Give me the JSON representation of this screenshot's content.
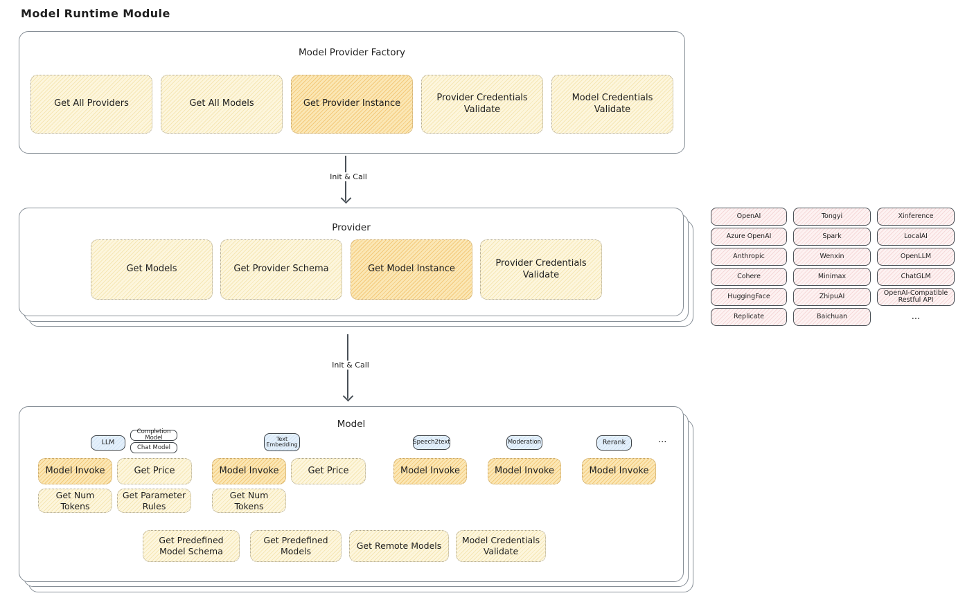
{
  "page": {
    "title": "Model Runtime Module"
  },
  "colors": {
    "method_cream": "#fdf6dd",
    "method_cream_line": "#f5e6b4",
    "method_highlight": "#fbe7b5",
    "method_highlight_line": "#f3c97a",
    "provider_pink": "#fdf2f2",
    "provider_pink_line": "#f5d8d8",
    "tag_blue": "#e4f0fb",
    "tag_blue_line": "#d2e4f5",
    "panel_stroke": "#868e96"
  },
  "arrows": {
    "factory_to_provider": "Init & Call",
    "provider_to_model": "Init & Call"
  },
  "factory": {
    "title": "Model Provider Factory",
    "methods": [
      "Get All Providers",
      "Get All Models",
      "Get Provider Instance",
      "Provider Credentials Validate",
      "Model Credentials Validate"
    ]
  },
  "provider": {
    "title": "Provider",
    "methods": [
      "Get Models",
      "Get Provider Schema",
      "Get Model Instance",
      "Provider Credentials Validate"
    ]
  },
  "provider_list": {
    "items": [
      "OpenAI",
      "Tongyi",
      "Xinference",
      "Azure OpenAI",
      "Spark",
      "LocalAI",
      "Anthropic",
      "Wenxin",
      "OpenLLM",
      "Cohere",
      "Minimax",
      "ChatGLM",
      "HuggingFace",
      "ZhipuAI",
      "OpenAI-Compatible Restful API",
      "Replicate",
      "Baichuan"
    ],
    "more": "..."
  },
  "model": {
    "title": "Model",
    "tags": {
      "llm": "LLM",
      "completion_model": "Completion Model",
      "chat_model": "Chat Model",
      "text_embedding": "Text Embedding",
      "speech2text": "Speech2text",
      "moderation": "Moderation",
      "rerank": "Rerank",
      "more": "..."
    },
    "groups": {
      "llm": {
        "model_invoke": "Model Invoke",
        "get_price": "Get Price",
        "get_num_tokens": "Get Num Tokens",
        "get_parameter_rules": "Get Parameter Rules"
      },
      "text_embedding": {
        "model_invoke": "Model Invoke",
        "get_price": "Get Price",
        "get_num_tokens": "Get Num Tokens"
      },
      "speech2text": {
        "model_invoke": "Model Invoke"
      },
      "moderation": {
        "model_invoke": "Model Invoke"
      },
      "rerank": {
        "model_invoke": "Model Invoke"
      }
    },
    "shared_methods": [
      "Get Predefined Model Schema",
      "Get Predefined Models",
      "Get Remote Models",
      "Model Credentials Validate"
    ]
  }
}
